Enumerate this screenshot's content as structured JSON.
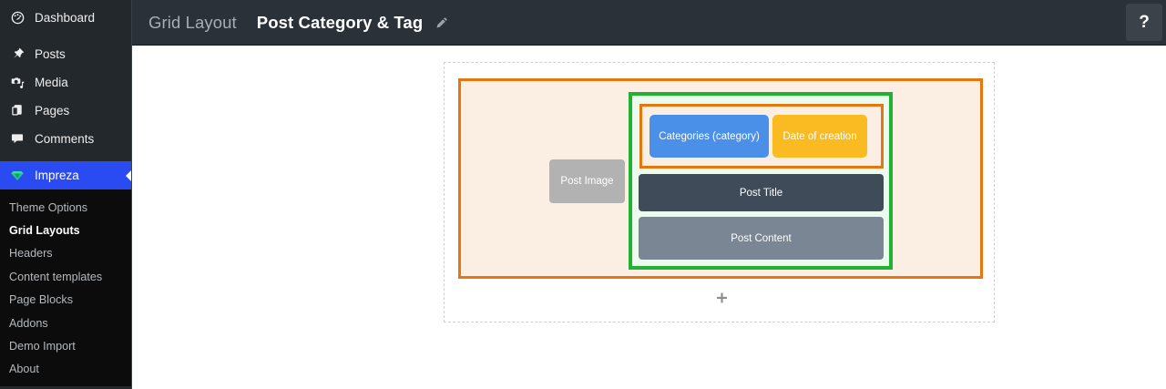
{
  "sidebar": {
    "top_items": [
      {
        "label": "Dashboard",
        "icon": "dashboard-gauge-icon"
      },
      {
        "label": "Posts",
        "icon": "pushpin-icon"
      },
      {
        "label": "Media",
        "icon": "media-camera-icon"
      },
      {
        "label": "Pages",
        "icon": "pages-stack-icon"
      },
      {
        "label": "Comments",
        "icon": "comment-bubble-icon"
      }
    ],
    "active_item": {
      "label": "Impreza",
      "icon": "gem-icon"
    },
    "submenu": [
      {
        "label": "Theme Options",
        "current": false
      },
      {
        "label": "Grid Layouts",
        "current": true
      },
      {
        "label": "Headers",
        "current": false
      },
      {
        "label": "Content templates",
        "current": false
      },
      {
        "label": "Page Blocks",
        "current": false
      },
      {
        "label": "Addons",
        "current": false
      },
      {
        "label": "Demo Import",
        "current": false
      },
      {
        "label": "About",
        "current": false
      }
    ]
  },
  "header": {
    "breadcrumb_parent": "Grid Layout",
    "breadcrumb_current": "Post Category & Tag",
    "edit_icon": "pencil-icon",
    "help_label": "?"
  },
  "builder": {
    "add_row_icon": "plus-icon",
    "blocks": {
      "post_image": "Post Image",
      "categories": "Categories (category)",
      "date": "Date of creation",
      "post_title": "Post Title",
      "post_content": "Post Content"
    }
  },
  "colors": {
    "sidebar_bg": "#23282d",
    "submenu_bg": "#0c0c0c",
    "active_blue": "#2b4bf2",
    "header_bg": "#2b3138",
    "section_orange": "#e8760e",
    "section_bg": "#fbeee2",
    "column_green": "#1fb233",
    "column_bg": "#edfaee",
    "categories_blue": "#4a90e9",
    "date_amber": "#f9bb21",
    "post_title_slate": "#3f4b58",
    "post_content_gray": "#7a8694",
    "post_image_gray": "#b2b2b2"
  }
}
